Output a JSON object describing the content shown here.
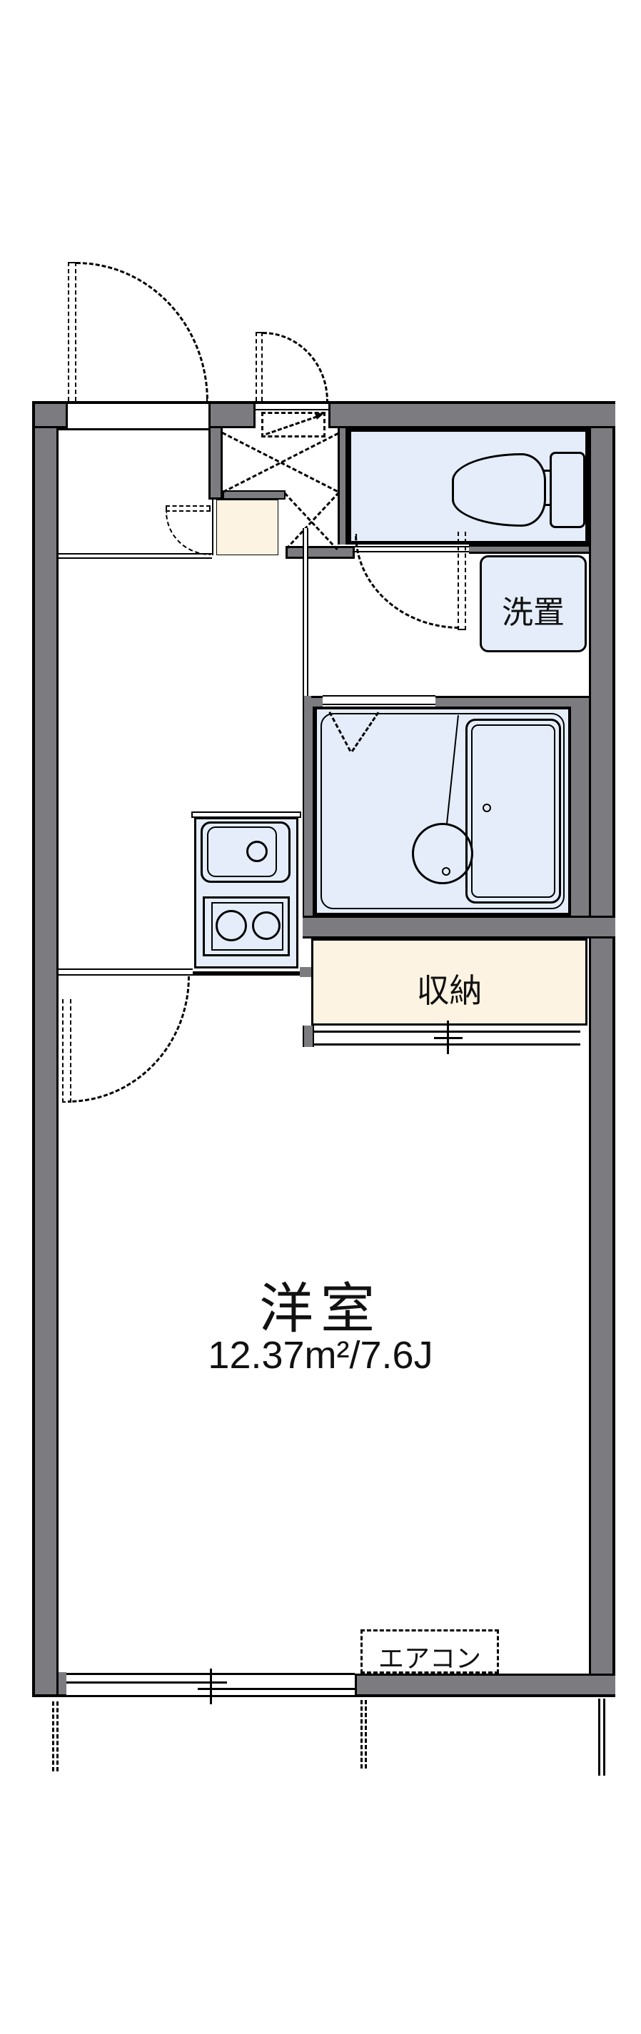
{
  "floor_plan": {
    "main_room": {
      "name": "洋室",
      "size": "12.37m²/7.6J"
    },
    "storage_label": "収納",
    "washer_label": "洗置",
    "aircon_label": "エアコン"
  },
  "colors": {
    "wall_gray": "#7c7c80",
    "outline_black": "#000000",
    "water_area_blue": "#e4edf9",
    "storage_beige": "#fdf3e2",
    "background": "#ffffff"
  }
}
